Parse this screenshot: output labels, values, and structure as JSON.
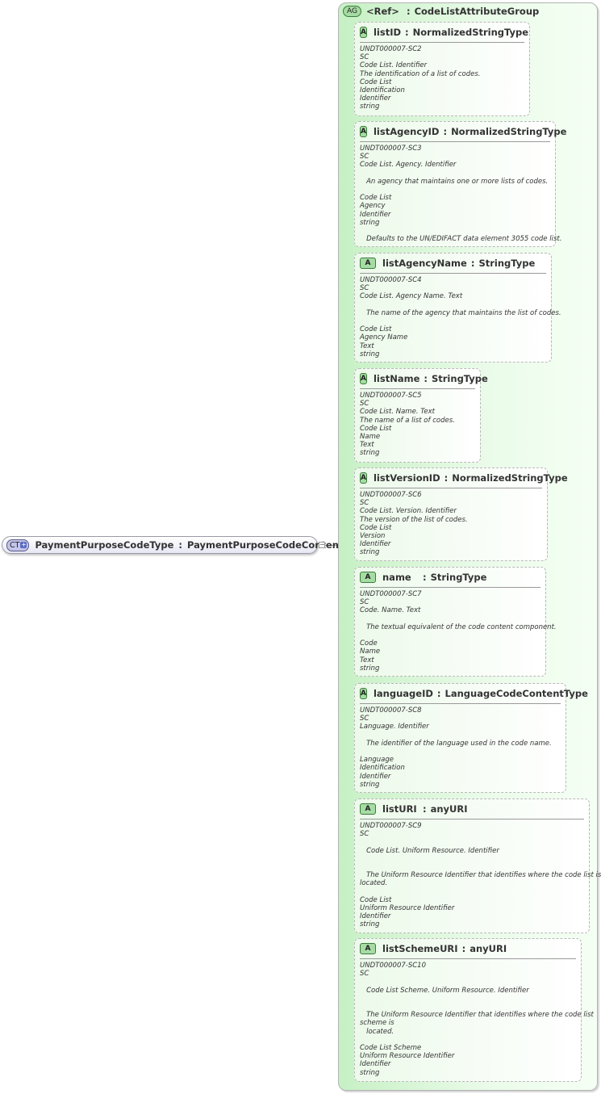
{
  "complex_type": {
    "badge": "CT",
    "name": "PaymentPurposeCodeType",
    "separator": ":",
    "type": "PaymentPurposeCodeContentType",
    "collapse_symbol": "−"
  },
  "attribute_group": {
    "badge": "AG",
    "ref": "<Ref>",
    "separator": ":",
    "name": "CodeListAttributeGroup"
  },
  "attributes": [
    {
      "badge": "A",
      "name": "listID",
      "separator": ":",
      "type": "NormalizedStringType",
      "doc": "UNDT000007-SC2\nSC\nCode List. Identifier\nThe identification of a list of codes.\nCode List\nIdentification\nIdentifier\nstring"
    },
    {
      "badge": "A",
      "name": "listAgencyID",
      "separator": ":",
      "type": "NormalizedStringType",
      "doc": "UNDT000007-SC3\nSC\nCode List. Agency. Identifier\n\n   An agency that maintains one or more lists of codes.\n\nCode List\nAgency\nIdentifier\nstring\n\n   Defaults to the UN/EDIFACT data element 3055 code list."
    },
    {
      "badge": "A",
      "name": "listAgencyName",
      "separator": ":",
      "type": "StringType",
      "doc": "UNDT000007-SC4\nSC\nCode List. Agency Name. Text\n\n   The name of the agency that maintains the list of codes.\n\nCode List\nAgency Name\nText\nstring"
    },
    {
      "badge": "A",
      "name": "listName",
      "separator": ":",
      "type": "StringType",
      "doc": "UNDT000007-SC5\nSC\nCode List. Name. Text\nThe name of a list of codes.\nCode List\nName\nText\nstring"
    },
    {
      "badge": "A",
      "name": "listVersionID",
      "separator": ":",
      "type": "NormalizedStringType",
      "doc": "UNDT000007-SC6\nSC\nCode List. Version. Identifier\nThe version of the list of codes.\nCode List\nVersion\nIdentifier\nstring"
    },
    {
      "badge": "A",
      "name": "name",
      "separator": ":",
      "type": "StringType",
      "doc": "UNDT000007-SC7\nSC\nCode. Name. Text\n\n   The textual equivalent of the code content component.\n\nCode\nName\nText\nstring"
    },
    {
      "badge": "A",
      "name": "languageID",
      "separator": ":",
      "type": "LanguageCodeContentType",
      "doc": "UNDT000007-SC8\nSC\nLanguage. Identifier\n\n   The identifier of the language used in the code name.\n\nLanguage\nIdentification\nIdentifier\nstring"
    },
    {
      "badge": "A",
      "name": "listURI",
      "separator": ":",
      "type": "anyURI",
      "doc": "UNDT000007-SC9\nSC\n\n   Code List. Uniform Resource. Identifier\n\n\n   The Uniform Resource Identifier that identifies where the code list is\nlocated.\n\nCode List\nUniform Resource Identifier\nIdentifier\nstring"
    },
    {
      "badge": "A",
      "name": "listSchemeURI",
      "separator": ":",
      "type": "anyURI",
      "doc": "UNDT000007-SC10\nSC\n\n   Code List Scheme. Uniform Resource. Identifier\n\n\n   The Uniform Resource Identifier that identifies where the code list\nscheme is\n   located.\n\nCode List Scheme\nUniform Resource Identifier\nIdentifier\nstring"
    }
  ]
}
